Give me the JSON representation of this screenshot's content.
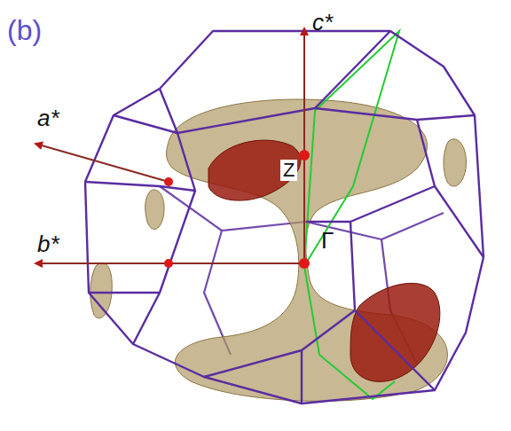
{
  "diagram": {
    "labels": [
      "(b)",
      "c*",
      "a*",
      "b*",
      "Z",
      "Γ"
    ]
  }
}
